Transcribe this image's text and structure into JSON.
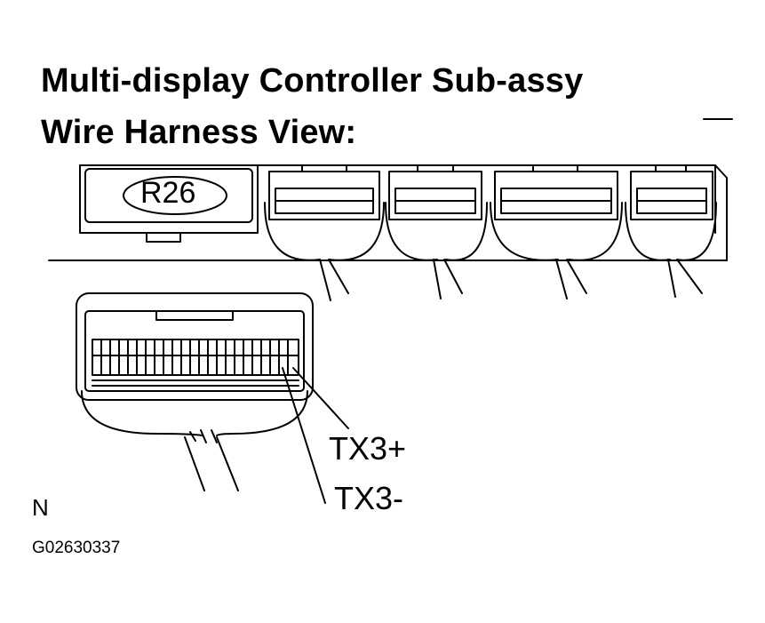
{
  "title_line1": "Multi-display Controller Sub-assy",
  "title_line2": "Wire Harness View:",
  "connector_code": "R26",
  "pins": {
    "tx3_plus": "TX3+",
    "tx3_minus": "TX3-"
  },
  "north_marker": "N",
  "figure_id": "G02630337"
}
